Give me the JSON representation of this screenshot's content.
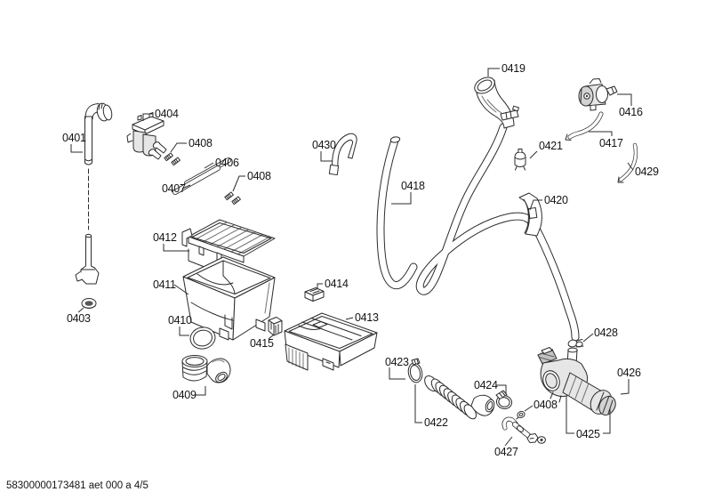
{
  "diagram": {
    "background": "#ffffff",
    "line_color": "#2b2b2b",
    "kind": "exploded-parts-diagram"
  },
  "footer": {
    "code": "58300000173481 aet 000 a 4/5"
  },
  "parts": [
    {
      "id": "0401"
    },
    {
      "id": "0404"
    },
    {
      "id": "0408"
    },
    {
      "id": "0406"
    },
    {
      "id": "0407"
    },
    {
      "id": "0408"
    },
    {
      "id": "0430"
    },
    {
      "id": "0418"
    },
    {
      "id": "0419"
    },
    {
      "id": "0416"
    },
    {
      "id": "0417"
    },
    {
      "id": "0421"
    },
    {
      "id": "0429"
    },
    {
      "id": "0420"
    },
    {
      "id": "0412"
    },
    {
      "id": "0411"
    },
    {
      "id": "0403"
    },
    {
      "id": "0410"
    },
    {
      "id": "0414"
    },
    {
      "id": "0413"
    },
    {
      "id": "0415"
    },
    {
      "id": "0409"
    },
    {
      "id": "0423"
    },
    {
      "id": "0428"
    },
    {
      "id": "0426"
    },
    {
      "id": "0424"
    },
    {
      "id": "0408"
    },
    {
      "id": "0425"
    },
    {
      "id": "0422"
    },
    {
      "id": "0427"
    }
  ]
}
